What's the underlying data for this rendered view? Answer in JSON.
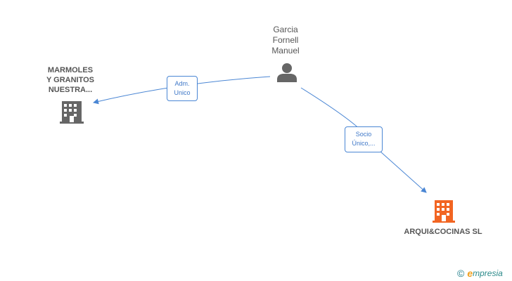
{
  "nodes": {
    "person": {
      "label": "Garcia\nFornell\nManuel",
      "icon": "person-icon",
      "color": "#666666"
    },
    "company_a": {
      "label": "MARMOLES\nY GRANITOS\nNUESTRA...",
      "icon": "building-icon",
      "color": "#666666"
    },
    "company_b": {
      "label": "ARQUI&COCINAS SL",
      "icon": "building-icon",
      "color": "#f26522"
    }
  },
  "edges": [
    {
      "label": "Adm.\nUnico",
      "from": "person",
      "to": "company_a"
    },
    {
      "label": "Socio\nÚnico,...",
      "from": "person",
      "to": "company_b"
    }
  ],
  "colors": {
    "edge": "#4a86d4",
    "edge_text": "#3f78c8"
  },
  "brand": {
    "copyright": "©",
    "initial": "e",
    "name": "mpresia"
  }
}
